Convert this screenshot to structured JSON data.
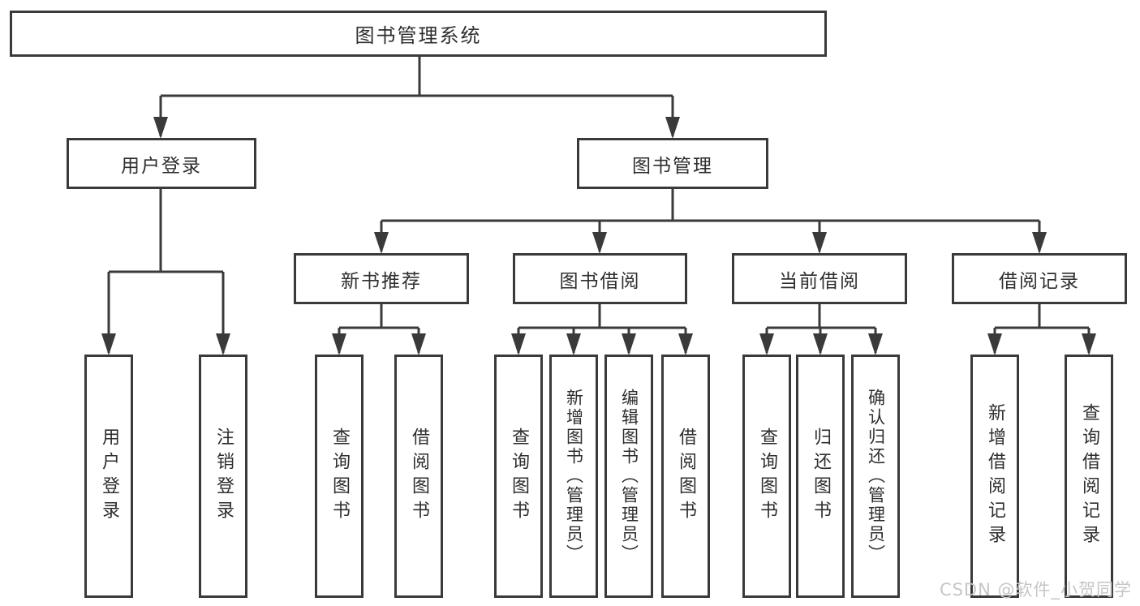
{
  "diagram": {
    "type": "hierarchy-tree",
    "root": {
      "label": "图书管理系统",
      "children": [
        {
          "label": "用户登录",
          "children": [
            {
              "label": "用户登录"
            },
            {
              "label": "注销登录"
            }
          ]
        },
        {
          "label": "图书管理",
          "children": [
            {
              "label": "新书推荐",
              "children": [
                {
                  "label": "查询图书"
                },
                {
                  "label": "借阅图书"
                }
              ]
            },
            {
              "label": "图书借阅",
              "children": [
                {
                  "label": "查询图书"
                },
                {
                  "label": "新增图书（管理员）"
                },
                {
                  "label": "编辑图书（管理员）"
                },
                {
                  "label": "借阅图书"
                }
              ]
            },
            {
              "label": "当前借阅",
              "children": [
                {
                  "label": "查询图书"
                },
                {
                  "label": "归还图书"
                },
                {
                  "label": "确认归还（管理员）"
                }
              ]
            },
            {
              "label": "借阅记录",
              "children": [
                {
                  "label": "新增借阅记录"
                },
                {
                  "label": "查询借阅记录"
                }
              ]
            }
          ]
        }
      ]
    },
    "colors": {
      "line": "#3a3a3a",
      "text": "#2e2e2e",
      "background": "#ffffff",
      "watermark": "#c6c6c6"
    }
  },
  "watermark": {
    "text": "CSDN @软件_小贺同学"
  }
}
